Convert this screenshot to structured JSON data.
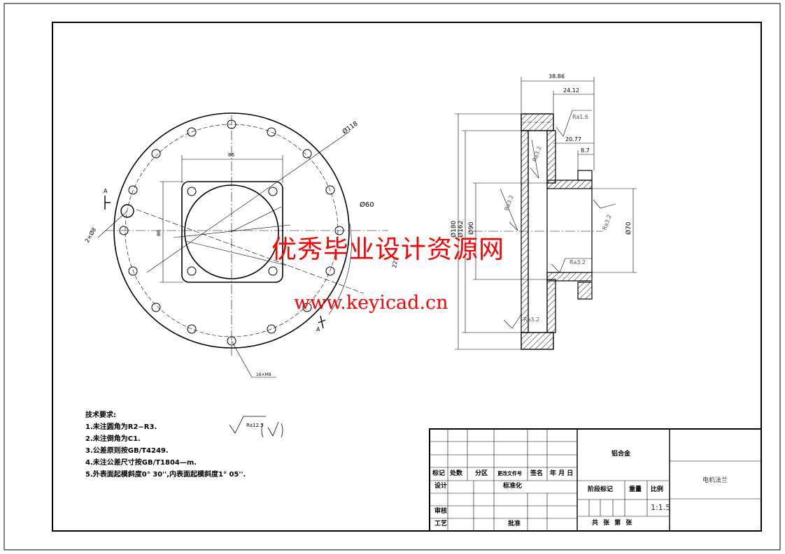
{
  "drawing": {
    "front_view": {
      "dims": {
        "d118": "Ø118",
        "d60": "Ø60",
        "top_width": "86",
        "left_height": "86",
        "holes_label": "2×Ø8",
        "pcd_angle": "22°",
        "thread_label": "16×M8",
        "small_a": "A",
        "small_b": "A"
      }
    },
    "section_view": {
      "dims": {
        "w3886": "38.86",
        "w2412": "24.12",
        "w2077": "20.77",
        "w87": "8.7",
        "d180": "Ø180",
        "d162": "Ø162",
        "d90": "Ø90",
        "d70": "Ø70"
      },
      "roughness": {
        "r1": "Ra1.6",
        "r2": "Ra3.2",
        "r3": "Ra3.2",
        "r4": "Ra3.2",
        "r5": "Ra3.2",
        "r6": "Ra3.2"
      }
    }
  },
  "notes": {
    "title": "技术要求:",
    "items": [
      "1.未注圆角为R2~R3.",
      "2.未注倒角为C1.",
      "3.公差原则按GB/T4249.",
      "4.未注公差尺寸按GB/T1804—m.",
      "5.外表面起模斜度0° 30'',内表面起模斜度1° 05''."
    ],
    "surface_finish": "Ra12.5"
  },
  "watermark": {
    "line1": "优秀毕业设计资源网",
    "line2": "www.keyicad.cn"
  },
  "title_block": {
    "material": "铝合金",
    "part_name": "电机法兰",
    "col_biaoji": "标记",
    "col_chushu": "处数",
    "col_fenqu": "分区",
    "col_gengai": "更改文件号",
    "col_qianming": "签名",
    "col_date": "年 月 日",
    "row_sheji": "设计",
    "row_biaozhunhua": "标准化",
    "row_shenhe": "审核",
    "row_gongyi": "工艺",
    "row_pizhun": "批准",
    "stage_mark": "阶段标记",
    "weight": "重量",
    "scale_label": "比例",
    "scale_value": "1:1.5",
    "sheets": "共  张  第  张"
  }
}
